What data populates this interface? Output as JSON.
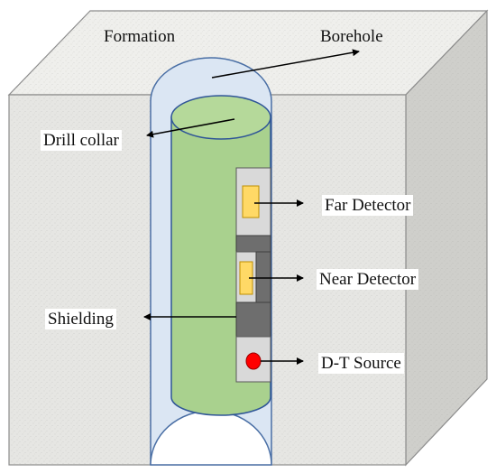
{
  "title": "",
  "labels": {
    "formation": "Formation",
    "borehole": "Borehole",
    "drill_collar": "Drill collar",
    "far_detector": "Far Detector",
    "near_detector": "Near Detector",
    "shielding": "Shielding",
    "dt_source": "D-T Source"
  },
  "colors": {
    "formation_front": "#e6e6e3",
    "formation_top": "#efefec",
    "formation_side": "#cfcfcb",
    "borehole_fill": "#dbe6f3",
    "borehole_stroke": "#4a6fa5",
    "collar_fill": "#a9d18e",
    "collar_top": "#b5d99a",
    "collar_stroke": "#2f5597",
    "tool_housing": "#d9d9d9",
    "shielding": "#6e6e6e",
    "detector": "#ffd966",
    "detector_stroke": "#bf9000",
    "source": "#ff0000",
    "arrow": "#000000"
  }
}
